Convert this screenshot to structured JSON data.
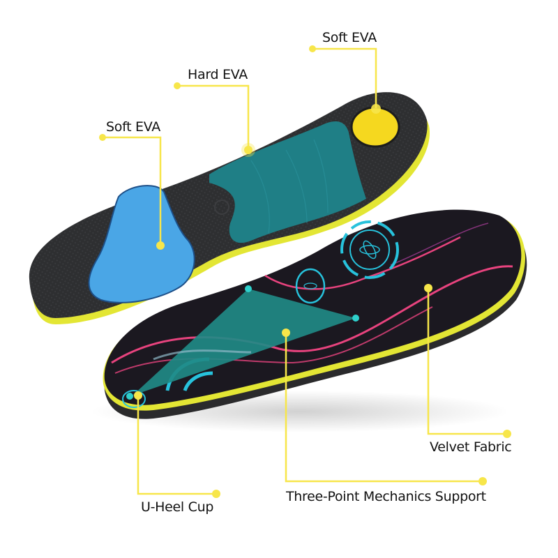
{
  "colors": {
    "background": "#ffffff",
    "leader_line": "#f7e64a",
    "insole_base": "#2e2f31",
    "yellow_edge": "#e3e634",
    "teal_arch": "#1f7f86",
    "blue_forefoot": "#4aa6e6",
    "heel_pad": "#f5d81f",
    "fabric": "#1b1820",
    "pink_line": "#e8437e",
    "cyan_print": "#27c2dc"
  },
  "callouts": [
    {
      "id": "soft-eva-heel",
      "label": "Soft EVA"
    },
    {
      "id": "hard-eva-arch",
      "label": "Hard EVA"
    },
    {
      "id": "soft-eva-forefoot",
      "label": "Soft EVA"
    },
    {
      "id": "velvet-fabric",
      "label": "Velvet Fabric"
    },
    {
      "id": "u-heel-cup",
      "label": "U-Heel Cup"
    },
    {
      "id": "three-point-support",
      "label": "Three-Point Mechanics Support"
    }
  ]
}
